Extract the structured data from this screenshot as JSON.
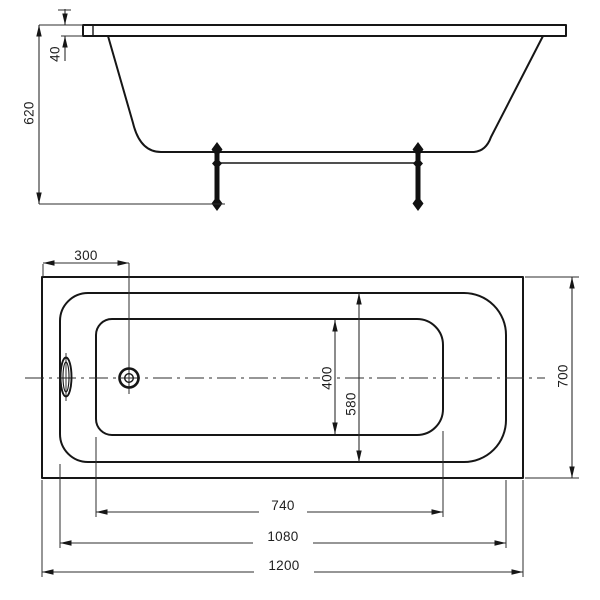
{
  "drawing": {
    "subject": "Bathtub two-view dimensioned technical drawing",
    "views": [
      {
        "id": "side",
        "label": "Side elevation with support legs"
      },
      {
        "id": "plan",
        "label": "Top plan view with drain and overflow"
      }
    ],
    "colors": {
      "background": "#ffffff",
      "outline": "#161616",
      "dimension": "#2e2e2e"
    }
  },
  "dimensions": {
    "rim_thickness": {
      "label": "40",
      "value": 40
    },
    "overall_height": {
      "label": "620",
      "value": 620
    },
    "drain_center_offset": {
      "label": "300",
      "value": 300
    },
    "basin_floor_width": {
      "label": "400",
      "value": 400
    },
    "basin_rim_width": {
      "label": "580",
      "value": 580
    },
    "overall_width": {
      "label": "700",
      "value": 700
    },
    "basin_floor_length": {
      "label": "740",
      "value": 740
    },
    "basin_rim_length": {
      "label": "1080",
      "value": 1080
    },
    "overall_length": {
      "label": "1200",
      "value": 1200
    }
  }
}
